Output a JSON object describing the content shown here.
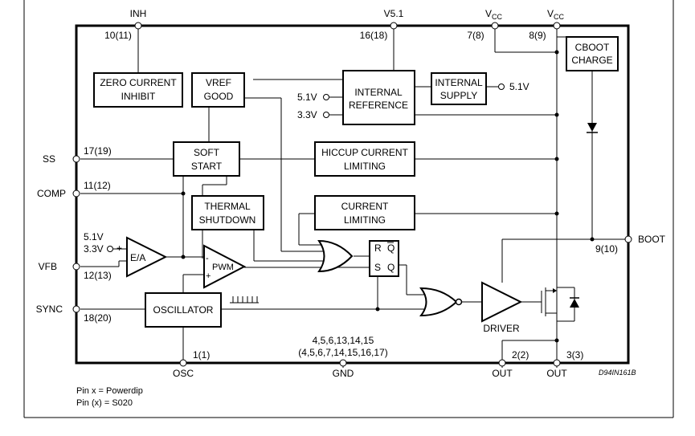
{
  "pins": {
    "inh": "INH",
    "inh_num": "10(11)",
    "v51": "V5.1",
    "v51_num": "16(18)",
    "vcc1_num": "7(8)",
    "vcc2_num": "8(9)",
    "vcc_main": "V",
    "vcc_sub": "CC",
    "ss": "SS",
    "ss_num": "17(19)",
    "comp": "COMP",
    "comp_num": "11(12)",
    "vfb": "VFB",
    "vfb_num": "12(13)",
    "sync": "SYNC",
    "sync_num": "18(20)",
    "osc": "OSC",
    "osc_num": "1(1)",
    "gnd": "GND",
    "gnd_num1": "4,5,6,13,14,15",
    "gnd_num2": "(4,5,6,7,14,15,16,17)",
    "out": "OUT",
    "out1_num": "2(2)",
    "out2_num": "3(3)",
    "boot": "BOOT",
    "boot_num": "9(10)"
  },
  "blocks": {
    "zero1": "ZERO CURRENT",
    "zero2": "INHIBIT",
    "vref1": "VREF",
    "vref2": "GOOD",
    "iref1": "INTERNAL",
    "iref2": "REFERENCE",
    "isup1": "INTERNAL",
    "isup2": "SUPPLY",
    "cboot1": "CBOOT",
    "cboot2": "CHARGE",
    "soft1": "SOFT",
    "soft2": "START",
    "hic1": "HICCUP CURRENT",
    "hic2": "LIMITING",
    "therm1": "THERMAL",
    "therm2": "SHUTDOWN",
    "cur1": "CURRENT",
    "cur2": "LIMITING",
    "ea": "E/A",
    "pwm": "PWM",
    "osc": "OSCILLATOR",
    "driver": "DRIVER",
    "r": "R",
    "s": "S",
    "q": "Q",
    "qbar": "Q"
  },
  "labels": {
    "v51_a": "5.1V",
    "v33_a": "3.3V",
    "v51_b": "5.1V",
    "v33_b": "3.3V",
    "v51_sup": "5.1V",
    "plus": "+",
    "minus": "-",
    "drawing_id": "D94IN161B",
    "note1": "Pin x = Powerdip",
    "note2": "Pin (x) = S020"
  }
}
